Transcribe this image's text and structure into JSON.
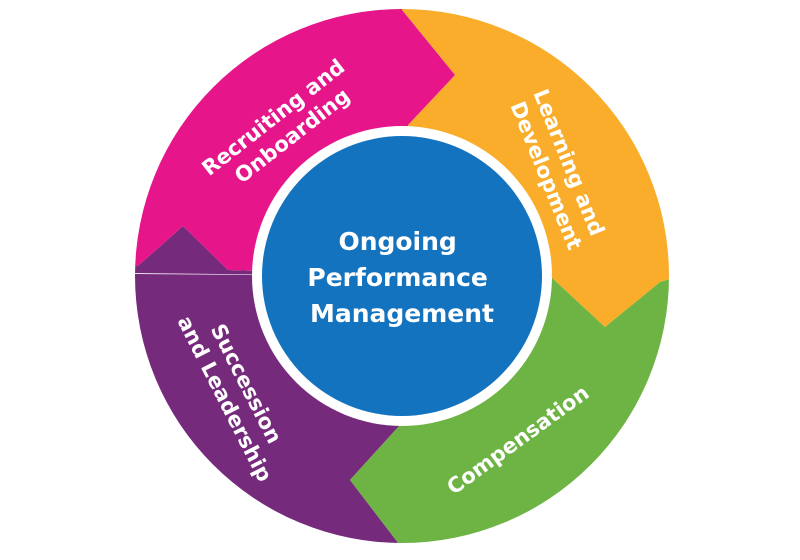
{
  "center": {
    "lines": [
      "Ongoing",
      "Performance",
      "Management"
    ],
    "color": "#1473bf"
  },
  "segments": [
    {
      "id": "recruiting",
      "lines": [
        "Recruiting and",
        "Onboarding"
      ],
      "color": "#e6168a"
    },
    {
      "id": "learning",
      "lines": [
        "Learning and",
        "Development"
      ],
      "color": "#f9ad2a"
    },
    {
      "id": "compensation",
      "lines": [
        "Compensation"
      ],
      "color": "#6db444"
    },
    {
      "id": "succession",
      "lines": [
        "Succession",
        "and Leadership"
      ],
      "color": "#762a7c"
    }
  ],
  "colors": {
    "ring_border": "#ffffff",
    "text": "#ffffff"
  }
}
